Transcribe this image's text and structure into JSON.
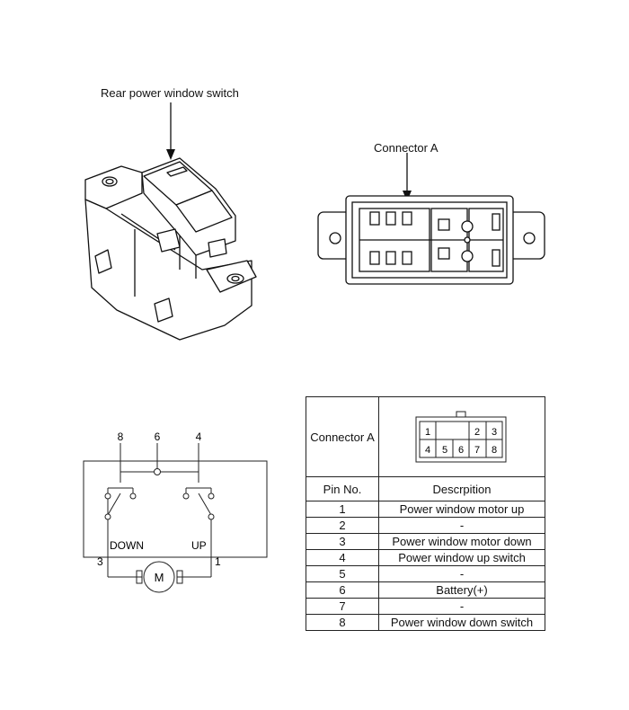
{
  "labels": {
    "switch_label": "Rear power window switch",
    "connector_label": "Connector A"
  },
  "schematic": {
    "top_pins": [
      "8",
      "6",
      "4"
    ],
    "down_label": "DOWN",
    "up_label": "UP",
    "bottom_left_pin": "3",
    "bottom_right_pin": "1",
    "motor_label": "M"
  },
  "pin_table": {
    "connector_label": "Connector A",
    "connector_pins_top": [
      "1",
      "",
      "2",
      "3"
    ],
    "connector_pins_bottom": [
      "4",
      "5",
      "6",
      "7",
      "8"
    ],
    "col_pin": "Pin No.",
    "col_desc": "Descrpition",
    "rows": [
      {
        "pin": "1",
        "desc": "Power window motor up"
      },
      {
        "pin": "2",
        "desc": "-"
      },
      {
        "pin": "3",
        "desc": "Power window motor down"
      },
      {
        "pin": "4",
        "desc": "Power window up switch"
      },
      {
        "pin": "5",
        "desc": "-"
      },
      {
        "pin": "6",
        "desc": "Battery(+)"
      },
      {
        "pin": "7",
        "desc": "-"
      },
      {
        "pin": "8",
        "desc": "Power window down switch"
      }
    ]
  }
}
